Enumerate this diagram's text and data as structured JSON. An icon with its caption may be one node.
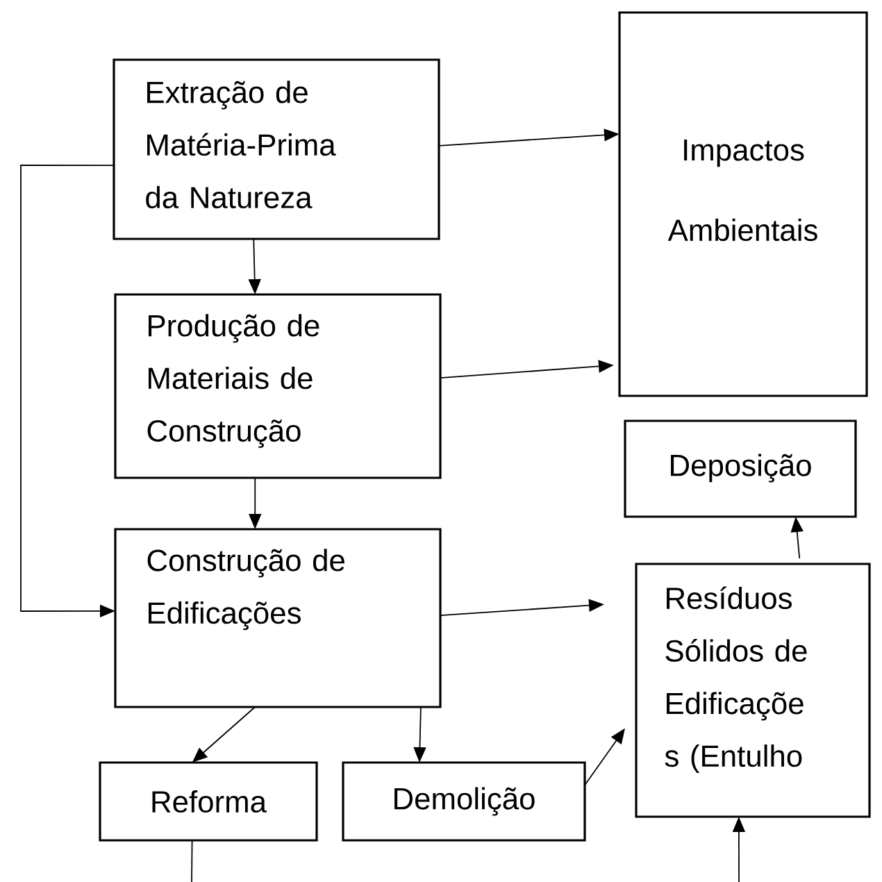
{
  "diagram": {
    "nodes": [
      {
        "text": [
          "Extração de Matéria-Prima da Natureza"
        ]
      },
      {
        "text": [
          "Impactos Ambientais"
        ]
      },
      {
        "text": [
          "Produção de Materiais de Construção"
        ]
      },
      {
        "text": [
          "Deposição"
        ]
      },
      {
        "text": [
          "Construção de Edificações"
        ]
      },
      {
        "text": [
          "Resíduos Sólidos de Edificaçõe s (Entulho"
        ]
      },
      {
        "text": [
          "Reforma"
        ]
      },
      {
        "text": [
          "Demolição"
        ]
      }
    ],
    "edges": [
      {
        "from": 0,
        "to": 1,
        "arrow": "to"
      },
      {
        "from": 0,
        "to": 2,
        "arrow": "to"
      },
      {
        "from": 0,
        "to": 4,
        "arrow": "to"
      },
      {
        "from": 2,
        "to": 1,
        "arrow": "to"
      },
      {
        "from": 2,
        "to": 4,
        "arrow": "to"
      },
      {
        "from": 4,
        "to": 5,
        "arrow": "to"
      },
      {
        "from": 5,
        "to": 3,
        "arrow": "to"
      },
      {
        "from": 4,
        "to": 6,
        "arrow": "to"
      },
      {
        "from": 4,
        "to": 7,
        "arrow": "to"
      },
      {
        "from": 7,
        "to": 5,
        "arrow": "to"
      },
      {
        "from": 6,
        "to": null,
        "arrow": "none"
      },
      {
        "from": null,
        "to": 5,
        "arrow": "to"
      }
    ]
  }
}
